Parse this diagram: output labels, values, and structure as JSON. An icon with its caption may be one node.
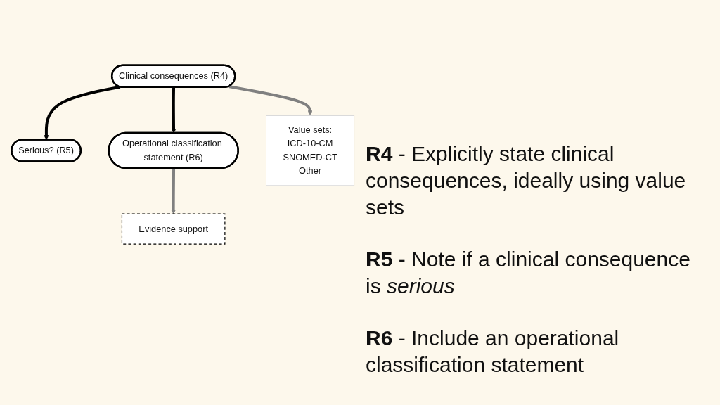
{
  "diagram": {
    "nodes": [
      {
        "text": [
          "Clinical consequences (R4)"
        ]
      },
      {
        "text": [
          "Serious? (R5)"
        ]
      },
      {
        "text": [
          "Operational classification statement (R6)"
        ]
      },
      {
        "text": [
          "Value sets:",
          "ICD-10-CM",
          "SNOMED-CT",
          "Other"
        ]
      },
      {
        "text": [
          "Evidence support"
        ]
      }
    ],
    "edges": [
      {
        "from": 0,
        "to": 1,
        "arrow": "to"
      },
      {
        "from": 0,
        "to": 2,
        "arrow": "to"
      },
      {
        "from": 0,
        "to": 3,
        "arrow": "to",
        "color": "#808080"
      },
      {
        "from": 2,
        "to": 4,
        "arrow": "to",
        "color": "#808080"
      }
    ],
    "labels": [
      "**R4** - Explicitly state clinical consequences, ideally using value sets",
      "**R5** - Note if a clinical consequence is *serious*",
      "**R6** - Include an operational classification statement"
    ]
  }
}
